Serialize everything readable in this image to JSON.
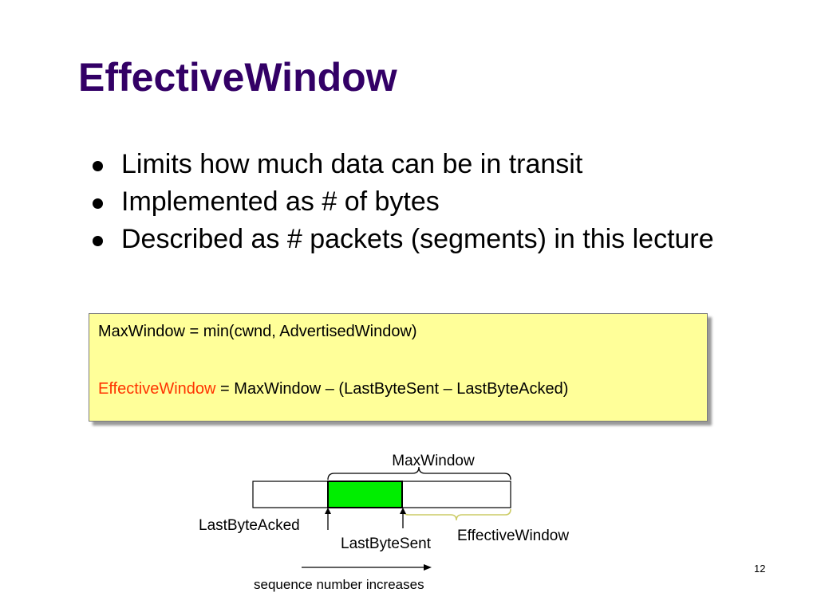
{
  "slide": {
    "title": "EffectiveWindow",
    "bullets": [
      "Limits how much data can be in transit",
      "Implemented as # of bytes",
      "Described as # packets (segments) in this lecture"
    ],
    "page_number": "12"
  },
  "formula_box": {
    "line1": "MaxWindow = min(cwnd, AdvertisedWindow)",
    "line2_highlight": "EffectiveWindow",
    "line2_rest": " = MaxWindow – (LastByteSent – LastByteAcked)"
  },
  "diagram": {
    "labels": {
      "max_window": "MaxWindow",
      "last_byte_acked": "LastByteAcked",
      "last_byte_sent": "LastByteSent",
      "effective_window": "EffectiveWindow",
      "sequence_note": "sequence number increases"
    },
    "colors": {
      "in_flight": "#00ee00",
      "brace_effective": "#cccc66",
      "title": "#330066",
      "highlight": "#ff3300",
      "box_fill": "#ffff99"
    }
  }
}
